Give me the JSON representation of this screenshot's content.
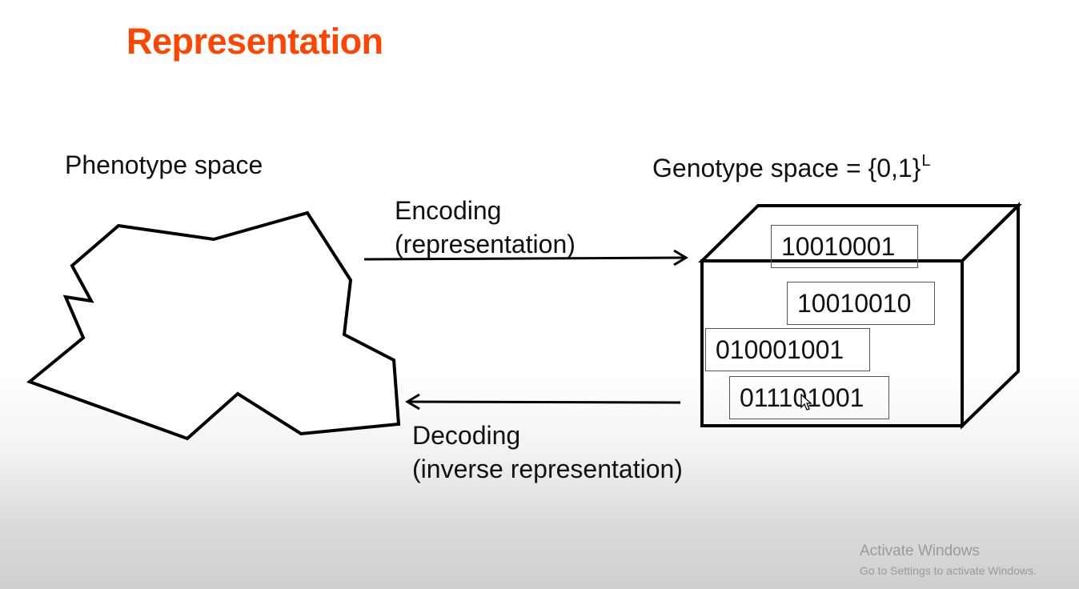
{
  "slide": {
    "title": "Representation",
    "title_color": "#ff4500",
    "phenotype_label": "Phenotype space",
    "genotype_label": "Genotype space = {0,1}",
    "genotype_superscript": "L",
    "encoding": {
      "line1": "Encoding",
      "line2": "(representation)"
    },
    "decoding": {
      "line1": "Decoding",
      "line2": "(inverse representation)"
    },
    "codes": [
      "10010001",
      "10010010",
      "010001001",
      "011101001"
    ]
  },
  "watermark": {
    "line1": "Activate Windows",
    "line2": "Go to Settings to activate Windows."
  }
}
